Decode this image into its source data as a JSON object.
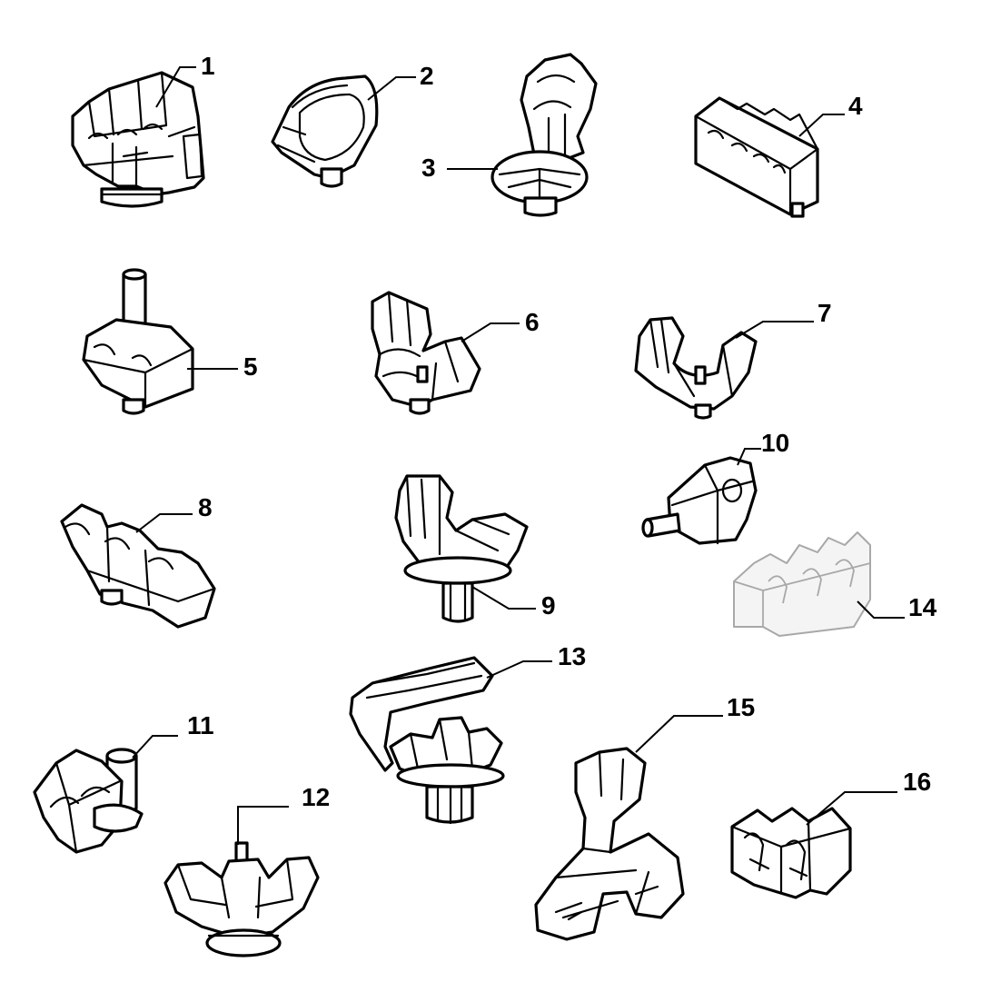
{
  "diagram": {
    "callouts": [
      {
        "id": "1",
        "label": "1"
      },
      {
        "id": "2",
        "label": "2"
      },
      {
        "id": "3",
        "label": "3"
      },
      {
        "id": "4",
        "label": "4"
      },
      {
        "id": "5",
        "label": "5"
      },
      {
        "id": "6",
        "label": "6"
      },
      {
        "id": "7",
        "label": "7"
      },
      {
        "id": "8",
        "label": "8"
      },
      {
        "id": "9",
        "label": "9"
      },
      {
        "id": "10",
        "label": "10"
      },
      {
        "id": "11",
        "label": "11"
      },
      {
        "id": "12",
        "label": "12"
      },
      {
        "id": "13",
        "label": "13"
      },
      {
        "id": "14",
        "label": "14"
      },
      {
        "id": "15",
        "label": "15"
      },
      {
        "id": "16",
        "label": "16"
      }
    ]
  },
  "colors": {
    "line": "#000000",
    "background": "#ffffff",
    "ghost_line": "#a8a8a8"
  }
}
